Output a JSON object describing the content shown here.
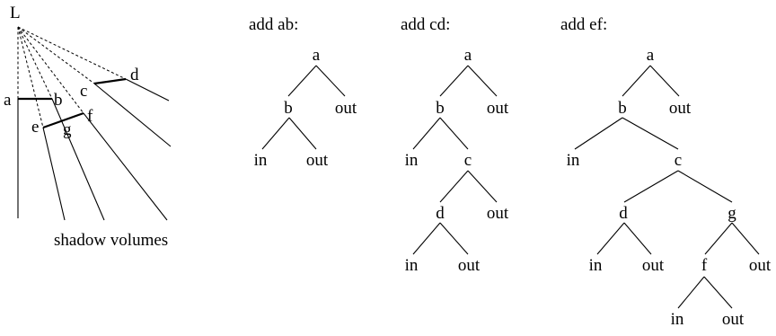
{
  "scene": {
    "light_label": "L",
    "polygon_vertex_labels": [
      "a",
      "b",
      "c",
      "d",
      "e",
      "f",
      "g"
    ],
    "caption": "shadow volumes"
  },
  "panels": [
    {
      "title": "add ab:",
      "nodes": [
        "a",
        "b",
        "out",
        "in",
        "out"
      ]
    },
    {
      "title": "add cd:",
      "nodes": [
        "a",
        "b",
        "out",
        "in",
        "c",
        "d",
        "out",
        "in",
        "out"
      ]
    },
    {
      "title": "add ef:",
      "nodes": [
        "a",
        "b",
        "out",
        "in",
        "c",
        "d",
        "g",
        "in",
        "out",
        "f",
        "out",
        "in",
        "out"
      ]
    }
  ]
}
